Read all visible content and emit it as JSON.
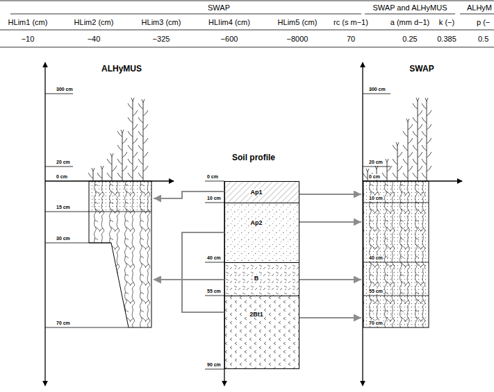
{
  "diagram": {
    "nodes": [
      {
        "text": [
          "ALHyMUS"
        ]
      },
      {
        "text": [
          "Soil profile"
        ]
      },
      {
        "text": [
          "Ap1"
        ],
        "in": 1
      },
      {
        "text": [
          "Ap2"
        ],
        "in": 1
      },
      {
        "text": [
          "B"
        ],
        "in": 1
      },
      {
        "text": [
          "2Bt1"
        ],
        "in": 1
      },
      {
        "text": [
          "SWAP"
        ]
      }
    ],
    "edges": [
      {
        "from": 2,
        "to": 0,
        "arrow": "to"
      },
      {
        "from": 3,
        "to": 0,
        "arrow": "to"
      },
      {
        "from": 4,
        "to": 0,
        "arrow": "to"
      },
      {
        "from": 5,
        "to": 0,
        "arrow": "to"
      },
      {
        "from": 2,
        "to": 6,
        "arrow": "to"
      },
      {
        "from": 3,
        "to": 6,
        "arrow": "to"
      },
      {
        "from": 4,
        "to": 6,
        "arrow": "to"
      },
      {
        "from": 5,
        "to": 6,
        "arrow": "to"
      }
    ],
    "labels": [
      "SWAP",
      "SWAP and ALHyMUS",
      "ALHyM",
      "HLim1 (cm)",
      "HLim2 (cm)",
      "HLim3 (cm)",
      "HLIim4 (cm)",
      "HLim5 (cm)",
      "rc (s m−1)",
      "a (mm d−1)",
      "k (−)",
      "p (−",
      "−10",
      "−40",
      "−325",
      "−600",
      "−8000",
      "70",
      "0.25",
      "0.385",
      "0.5",
      "300 cm",
      "20 cm",
      "0 cm",
      "15 cm",
      "30 cm",
      "70 cm",
      "0 cm",
      "10 cm",
      "40 cm",
      "55 cm",
      "90 cm",
      "300 cm",
      "20 cm",
      "0 cm",
      "10 cm",
      "40 cm",
      "55 cm",
      "70 cm"
    ]
  }
}
